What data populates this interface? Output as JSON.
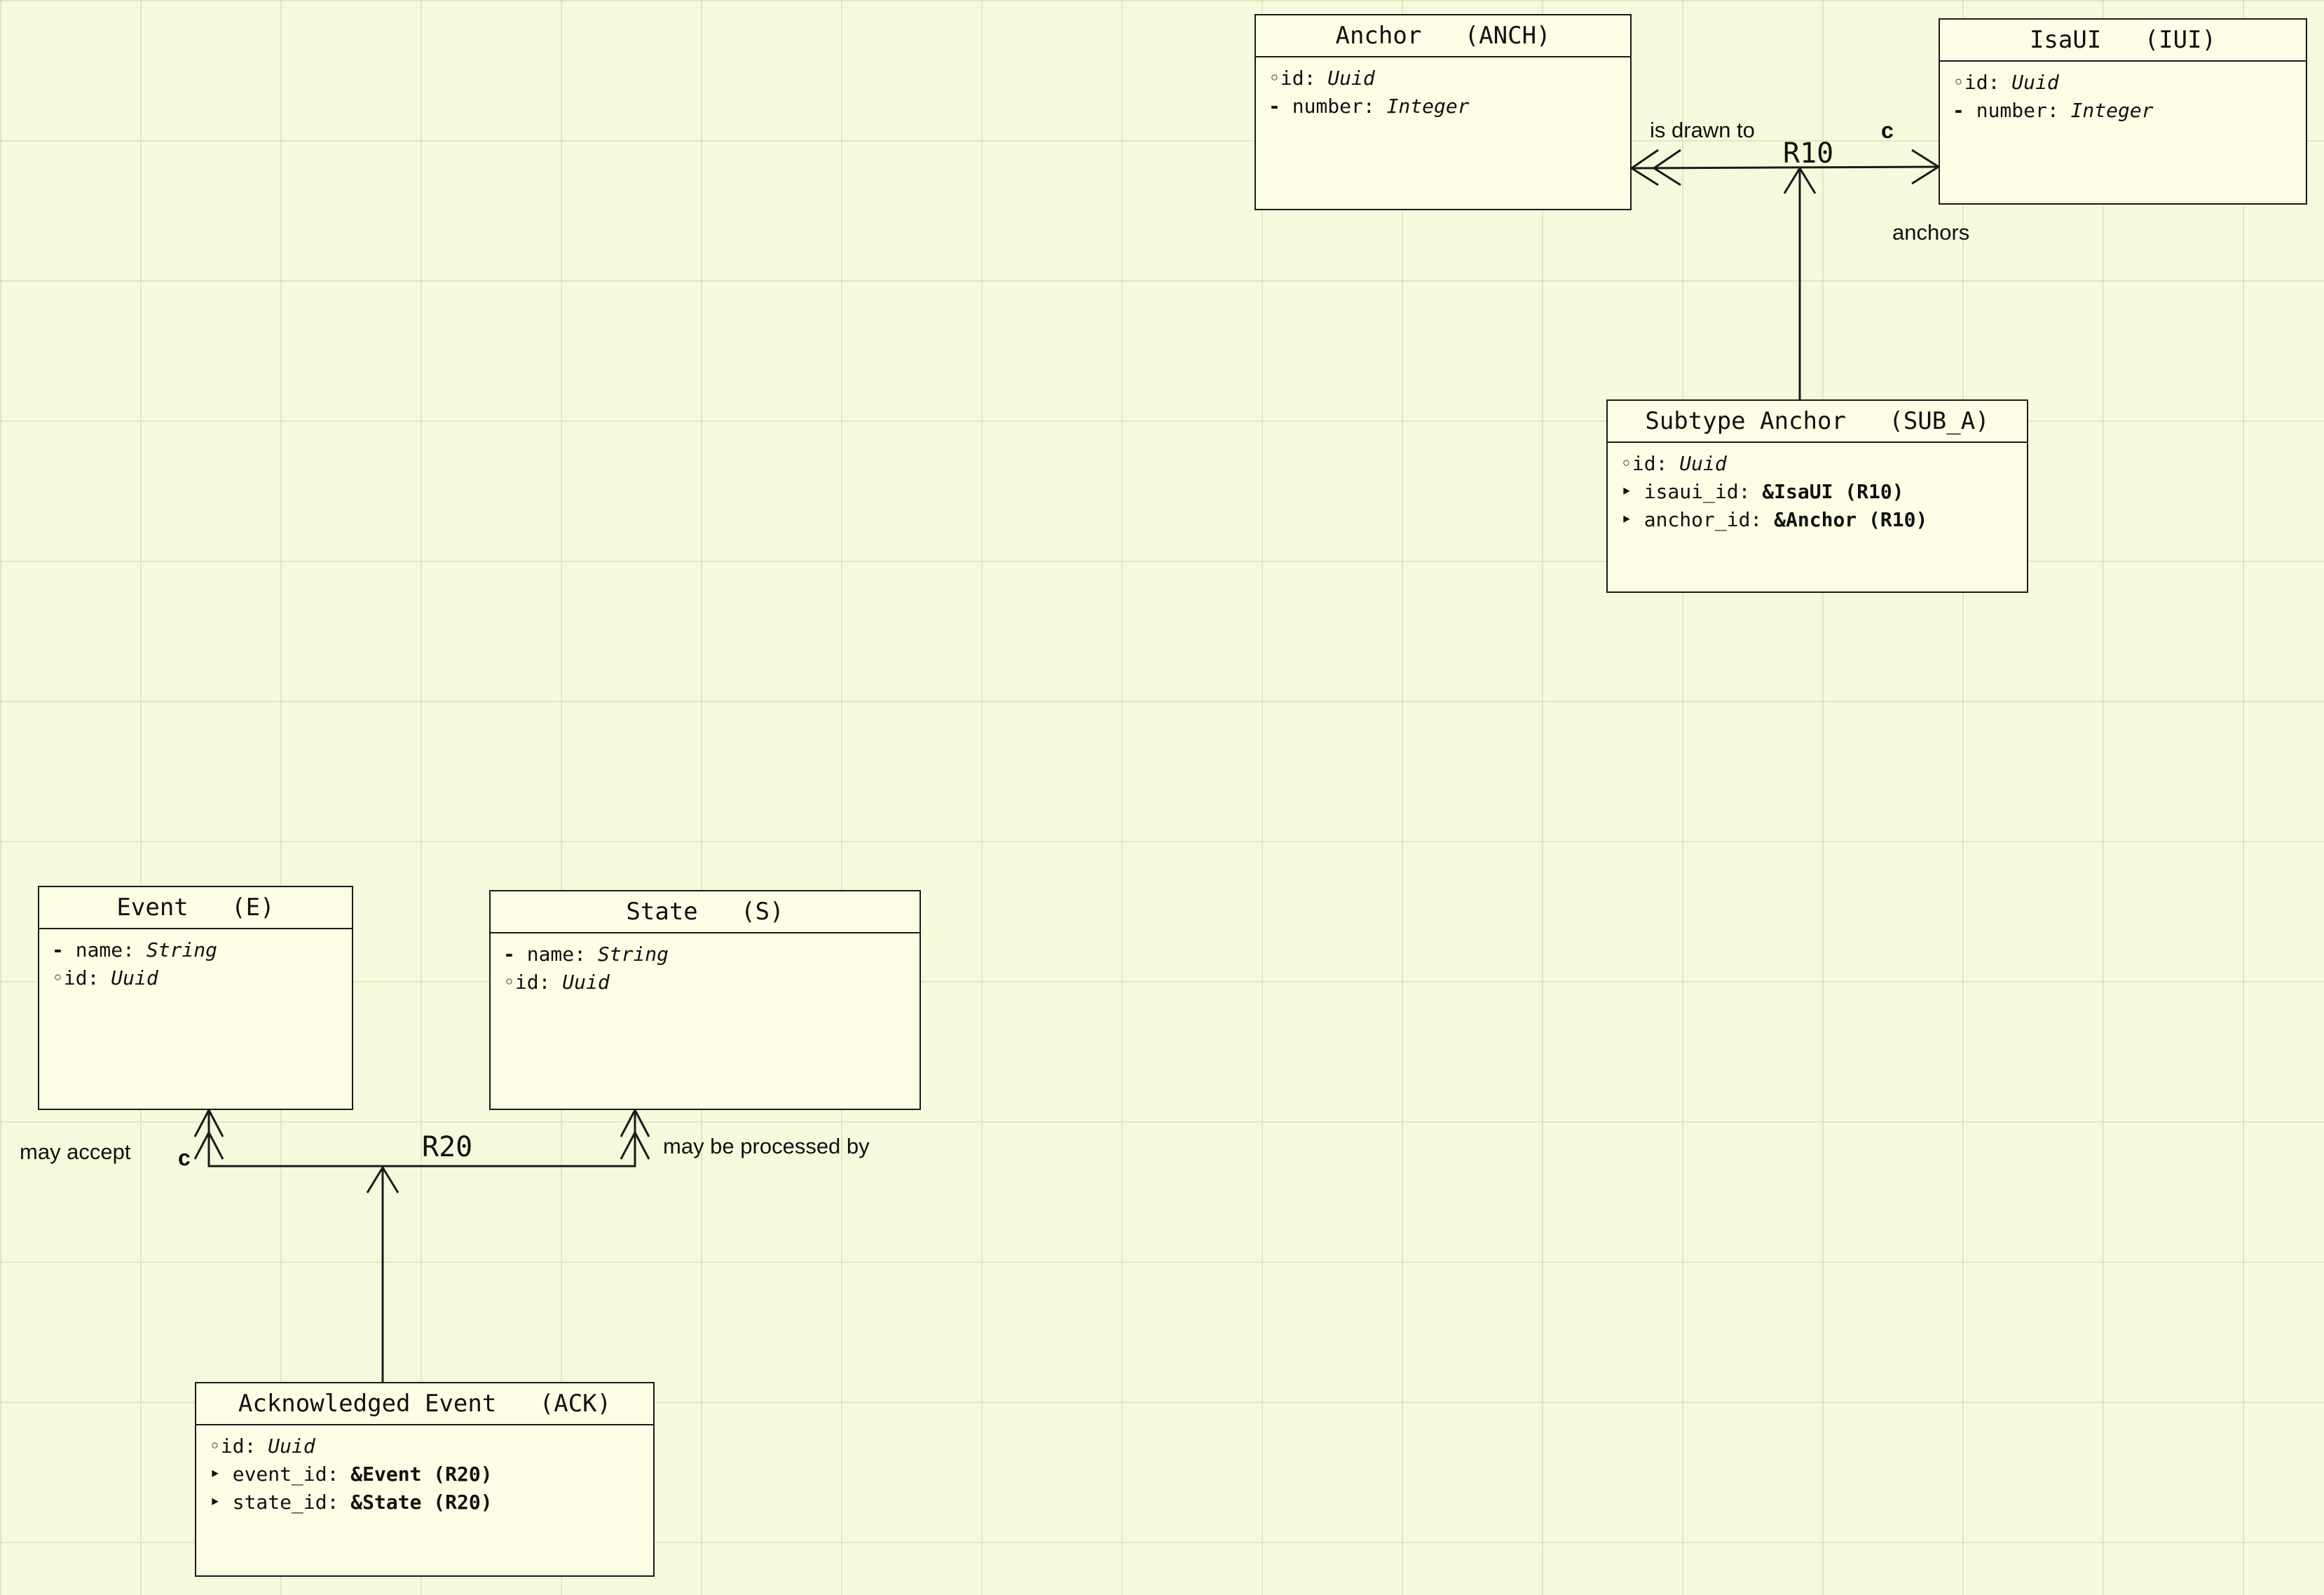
{
  "classes": {
    "anchor": {
      "title": "Anchor   (ANCH)",
      "attrs": [
        {
          "marker": "◦",
          "name": "id: ",
          "type": "Uuid",
          "style": "italic"
        },
        {
          "marker": "-",
          "name": " number: ",
          "type": "Integer",
          "style": "italic"
        }
      ]
    },
    "isaui": {
      "title": "IsaUI   (IUI)",
      "attrs": [
        {
          "marker": "◦",
          "name": "id: ",
          "type": "Uuid",
          "style": "italic"
        },
        {
          "marker": "-",
          "name": " number: ",
          "type": "Integer",
          "style": "italic"
        }
      ]
    },
    "subtype_anchor": {
      "title": "Subtype Anchor   (SUB_A)",
      "attrs": [
        {
          "marker": "◦",
          "name": "id: ",
          "type": "Uuid",
          "style": "italic"
        },
        {
          "marker": "‣",
          "name": " isaui_id: ",
          "type": "&IsaUI (R10)",
          "style": "bold"
        },
        {
          "marker": "‣",
          "name": " anchor_id: ",
          "type": "&Anchor (R10)",
          "style": "bold"
        }
      ]
    },
    "event": {
      "title": "Event   (E)",
      "attrs": [
        {
          "marker": "-",
          "name": " name: ",
          "type": "String",
          "style": "italic"
        },
        {
          "marker": "◦",
          "name": "id: ",
          "type": "Uuid",
          "style": "italic"
        }
      ]
    },
    "state": {
      "title": "State   (S)",
      "attrs": [
        {
          "marker": "-",
          "name": " name: ",
          "type": "String",
          "style": "italic"
        },
        {
          "marker": "◦",
          "name": "id: ",
          "type": "Uuid",
          "style": "italic"
        }
      ]
    },
    "ack_event": {
      "title": "Acknowledged Event   (ACK)",
      "attrs": [
        {
          "marker": "◦",
          "name": "id: ",
          "type": "Uuid",
          "style": "italic"
        },
        {
          "marker": "‣",
          "name": " event_id: ",
          "type": "&Event (R20)",
          "style": "bold"
        },
        {
          "marker": "‣",
          "name": " state_id: ",
          "type": "&State (R20)",
          "style": "bold"
        }
      ]
    }
  },
  "relationships": {
    "r10": {
      "label": "R10",
      "phrase_is_drawn_to": "is drawn to",
      "phrase_anchors": "anchors",
      "conditional": "c"
    },
    "r20": {
      "label": "R20",
      "phrase_may_accept": "may accept",
      "phrase_may_be_processed_by": "may be processed by",
      "conditional": "c"
    }
  }
}
